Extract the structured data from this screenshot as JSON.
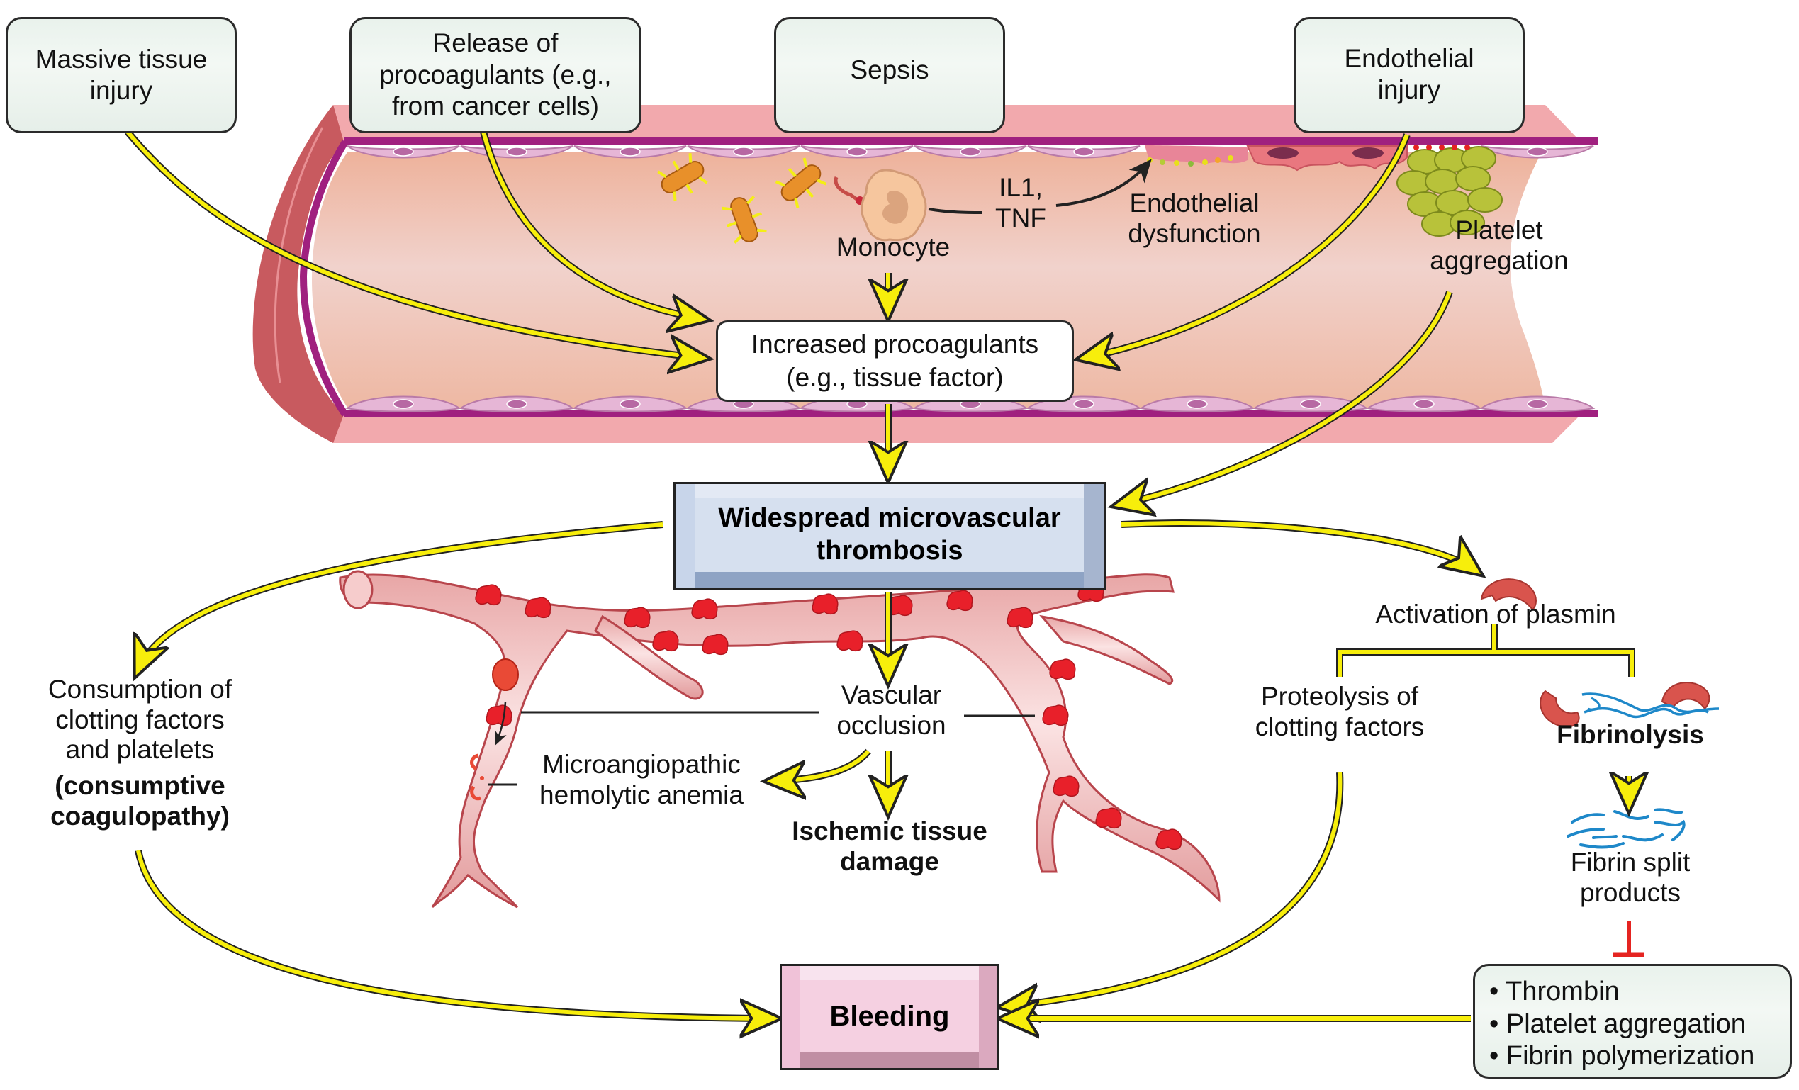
{
  "title": "Pathophysiology of disseminated intravascular coagulation",
  "colors": {
    "arrow_yellow": "#f7ee0b",
    "inhibit_red": "#e52421",
    "thrombus_red": "#e8202a",
    "thrombosis_box": "#d6e0ef",
    "bleeding_box": "#f5d0e1",
    "trigger_box": "#eaf3ec",
    "fibrin_blue": "#1e88c9",
    "plasmin": "#d9544d",
    "platelet": "#b8c23a",
    "endothelium": "#e6b6d6",
    "basement_membrane": "#a0207f",
    "lumen": "#f0c7bb"
  },
  "triggers": [
    {
      "id": "massive-tissue-injury",
      "label": "Massive tissue\ninjury"
    },
    {
      "id": "release-of-procoagulants",
      "label": "Release of\nprocoagulants (e.g.,\nfrom cancer cells)"
    },
    {
      "id": "sepsis",
      "label": "Sepsis"
    },
    {
      "id": "endothelial-injury",
      "label": "Endothelial\ninjury"
    }
  ],
  "vessel_labels": {
    "monocyte": "Monocyte",
    "cytokines": "IL1,\nTNF",
    "endothelial_dysfunction": "Endothelial\ndysfunction",
    "platelet_aggregation": "Platelet\naggregation"
  },
  "increased_procoagulants": "Increased procoagulants\n(e.g., tissue factor)",
  "thrombosis": "Widespread microvascular\nthrombosis",
  "left_branch": {
    "line1": "Consumption of\nclotting factors\nand platelets",
    "bold": "(consumptive\ncoagulopathy)"
  },
  "center_branch": {
    "vascular_occlusion": "Vascular\nocclusion",
    "mha": "Microangiopathic\nhemolytic anemia",
    "ischemic": "Ischemic tissue\ndamage"
  },
  "right_branch": {
    "plasmin": "Activation of plasmin",
    "proteolysis": "Proteolysis of\nclotting factors",
    "fibrinolysis": "Fibrinolysis",
    "fsp": "Fibrin split\nproducts",
    "inhibited": [
      "• Thrombin",
      "• Platelet aggregation",
      "• Fibrin polymerization"
    ]
  },
  "bleeding": "Bleeding"
}
